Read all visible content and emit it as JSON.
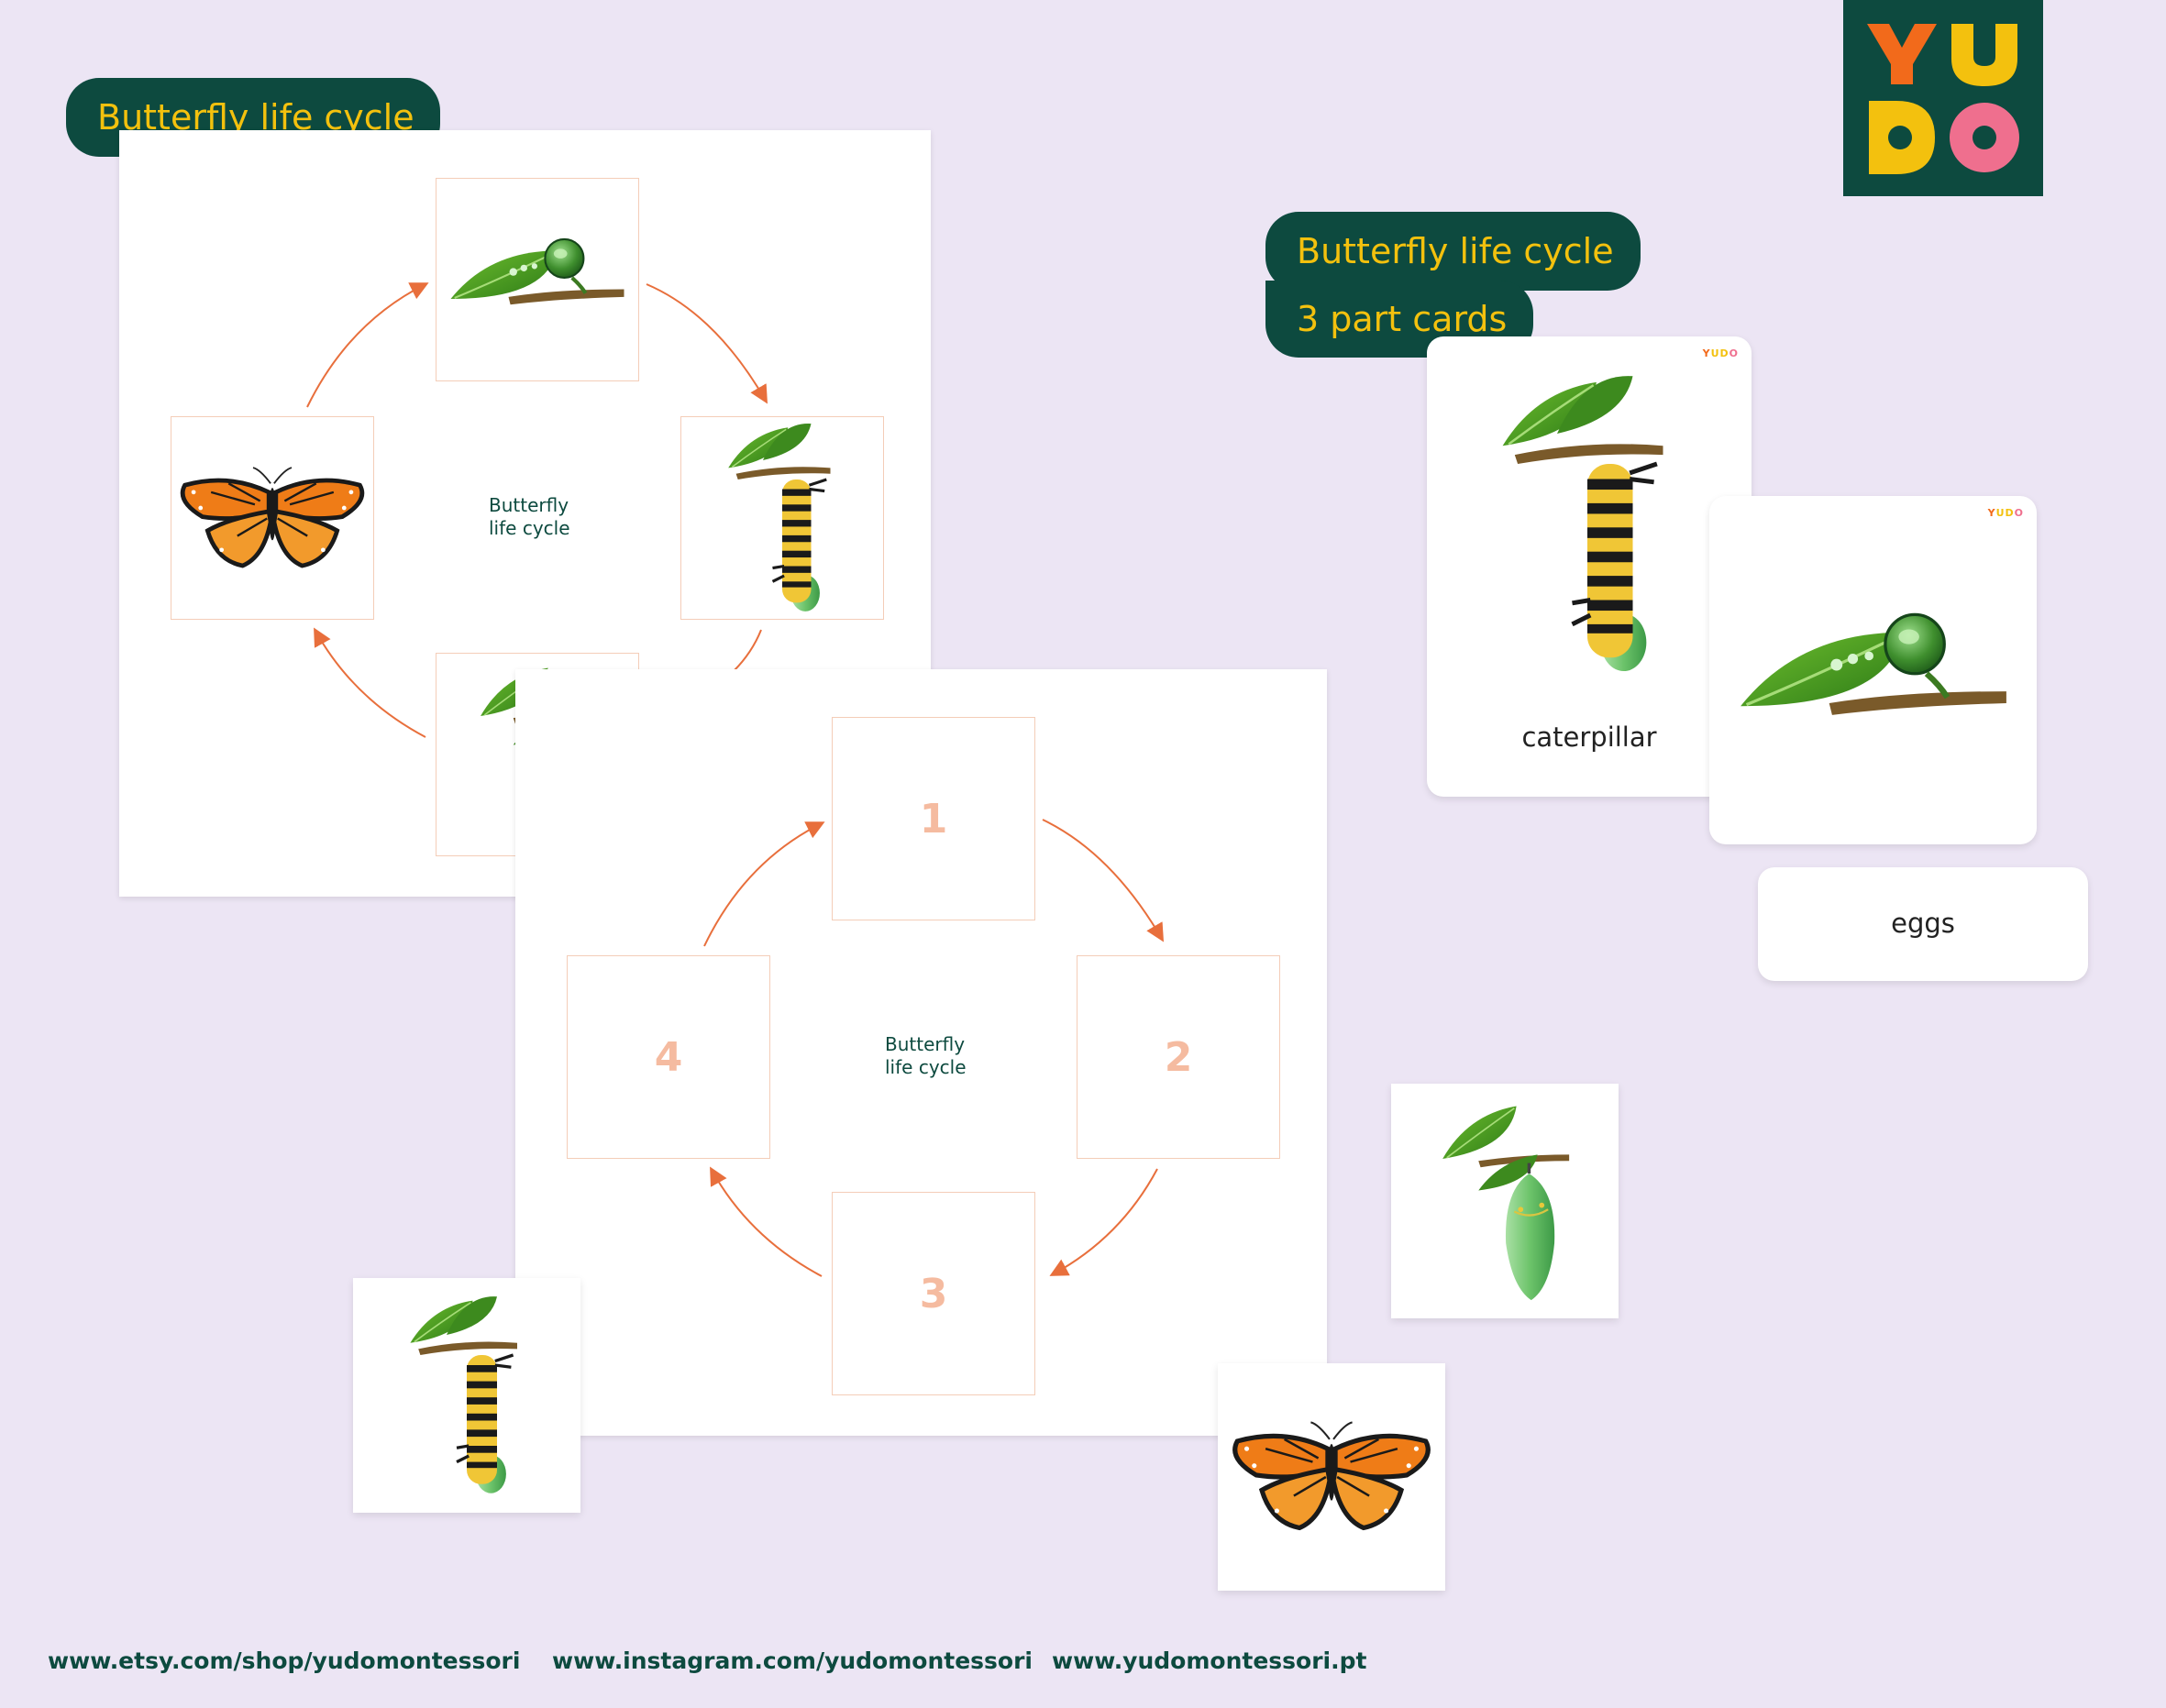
{
  "brand": {
    "logo_letters": [
      "Y",
      "U",
      "D",
      "O"
    ],
    "mini_logo": "YUDO",
    "colors": {
      "background": "#ece5f4",
      "dark_green": "#0d4a3f",
      "yellow": "#f3c10e",
      "orange": "#f26a1b",
      "pink": "#ef6f8e",
      "arrow": "#e86f3c",
      "number": "#f5bba0"
    }
  },
  "left_product": {
    "title": "Butterfly life cycle",
    "sheet_label_line1": "Butterfly",
    "sheet_label_line2": "life cycle"
  },
  "numbered_sheet": {
    "label_line1": "Butterfly",
    "label_line2": "life cycle",
    "slots": [
      "1",
      "2",
      "3",
      "4"
    ]
  },
  "right_product": {
    "title_line1": "Butterfly life cycle",
    "title_line2": "3 part cards",
    "caterpillar_word": "caterpillar",
    "eggs_word": "eggs"
  },
  "icons": {
    "stages": [
      "eggs-on-leaf-icon",
      "caterpillar-icon",
      "chrysalis-icon",
      "butterfly-icon"
    ]
  },
  "footer": {
    "etsy": "www.etsy.com/shop/yudomontessori",
    "instagram": "www.instagram.com/yudomontessori",
    "website": "www.yudomontessori.pt"
  }
}
